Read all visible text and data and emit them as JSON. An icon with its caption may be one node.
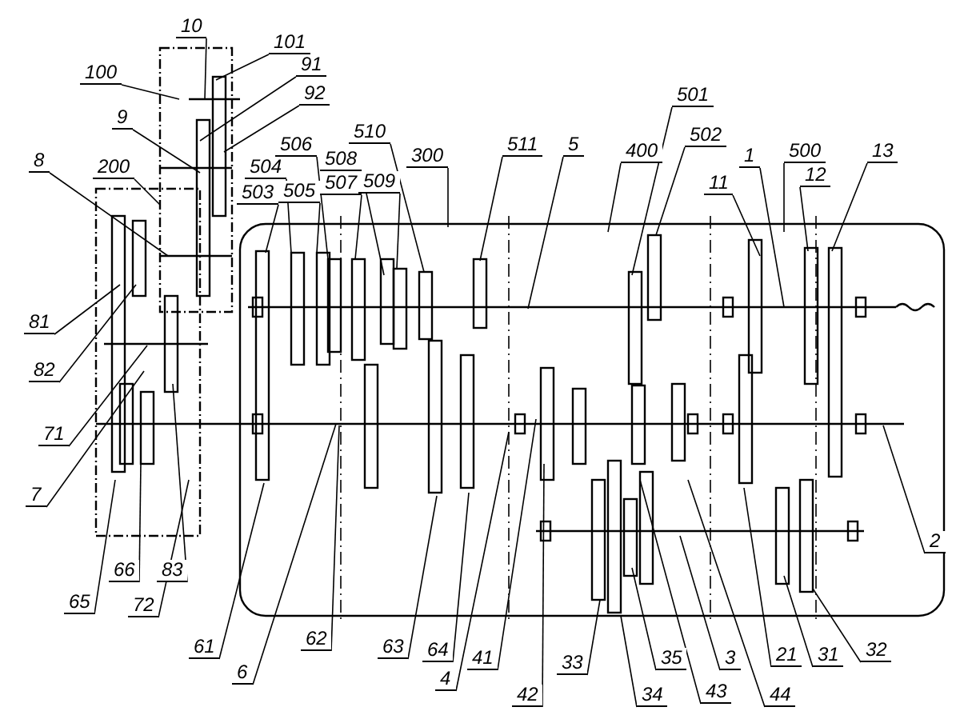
{
  "diagram": {
    "nodes": [
      {
        "text": [
          "10"
        ]
      },
      {
        "text": [
          "101"
        ]
      },
      {
        "text": [
          "100"
        ]
      },
      {
        "text": [
          "91"
        ]
      },
      {
        "text": [
          "92"
        ]
      },
      {
        "text": [
          "9"
        ]
      },
      {
        "text": [
          "8"
        ]
      },
      {
        "text": [
          "200"
        ]
      },
      {
        "text": [
          "506"
        ]
      },
      {
        "text": [
          "510"
        ]
      },
      {
        "text": [
          "300"
        ]
      },
      {
        "text": [
          "504"
        ]
      },
      {
        "text": [
          "508"
        ]
      },
      {
        "text": [
          "503"
        ]
      },
      {
        "text": [
          "505"
        ]
      },
      {
        "text": [
          "507"
        ]
      },
      {
        "text": [
          "509"
        ]
      },
      {
        "text": [
          "511"
        ]
      },
      {
        "text": [
          "5"
        ]
      },
      {
        "text": [
          "400"
        ]
      },
      {
        "text": [
          "501"
        ]
      },
      {
        "text": [
          "502"
        ]
      },
      {
        "text": [
          "1"
        ]
      },
      {
        "text": [
          "500"
        ]
      },
      {
        "text": [
          "11"
        ]
      },
      {
        "text": [
          "12"
        ]
      },
      {
        "text": [
          "13"
        ]
      },
      {
        "text": [
          "81"
        ]
      },
      {
        "text": [
          "82"
        ]
      },
      {
        "text": [
          "71"
        ]
      },
      {
        "text": [
          "7"
        ]
      },
      {
        "text": [
          "2"
        ]
      },
      {
        "text": [
          "66"
        ]
      },
      {
        "text": [
          "83"
        ]
      },
      {
        "text": [
          "65"
        ]
      },
      {
        "text": [
          "72"
        ]
      },
      {
        "text": [
          "61"
        ]
      },
      {
        "text": [
          "62"
        ]
      },
      {
        "text": [
          "63"
        ]
      },
      {
        "text": [
          "64"
        ]
      },
      {
        "text": [
          "6"
        ]
      },
      {
        "text": [
          "4"
        ]
      },
      {
        "text": [
          "41"
        ]
      },
      {
        "text": [
          "42"
        ]
      },
      {
        "text": [
          "33"
        ]
      },
      {
        "text": [
          "35"
        ]
      },
      {
        "text": [
          "3"
        ]
      },
      {
        "text": [
          "21"
        ]
      },
      {
        "text": [
          "31"
        ]
      },
      {
        "text": [
          "32"
        ]
      },
      {
        "text": [
          "34"
        ]
      },
      {
        "text": [
          "43"
        ]
      },
      {
        "text": [
          "44"
        ]
      }
    ],
    "edges": [
      {
        "from": 0,
        "to": null,
        "arrow": "none"
      },
      {
        "from": 1,
        "to": null,
        "arrow": "none"
      },
      {
        "from": 2,
        "to": null,
        "arrow": "none"
      },
      {
        "from": 3,
        "to": null,
        "arrow": "none"
      },
      {
        "from": 4,
        "to": null,
        "arrow": "none"
      },
      {
        "from": 5,
        "to": null,
        "arrow": "none"
      },
      {
        "from": 6,
        "to": null,
        "arrow": "none"
      },
      {
        "from": 7,
        "to": null,
        "arrow": "none"
      },
      {
        "from": 8,
        "to": null,
        "arrow": "none"
      },
      {
        "from": 9,
        "to": null,
        "arrow": "none"
      },
      {
        "from": 10,
        "to": null,
        "arrow": "none"
      },
      {
        "from": 11,
        "to": null,
        "arrow": "none"
      },
      {
        "from": 12,
        "to": null,
        "arrow": "none"
      },
      {
        "from": 13,
        "to": null,
        "arrow": "none"
      },
      {
        "from": 14,
        "to": null,
        "arrow": "none"
      },
      {
        "from": 15,
        "to": null,
        "arrow": "none"
      },
      {
        "from": 16,
        "to": null,
        "arrow": "none"
      },
      {
        "from": 17,
        "to": null,
        "arrow": "none"
      },
      {
        "from": 18,
        "to": null,
        "arrow": "none"
      },
      {
        "from": 19,
        "to": null,
        "arrow": "none"
      },
      {
        "from": 20,
        "to": null,
        "arrow": "none"
      },
      {
        "from": 21,
        "to": null,
        "arrow": "none"
      },
      {
        "from": 22,
        "to": null,
        "arrow": "none"
      },
      {
        "from": 23,
        "to": null,
        "arrow": "none"
      },
      {
        "from": 24,
        "to": null,
        "arrow": "none"
      },
      {
        "from": 25,
        "to": null,
        "arrow": "none"
      },
      {
        "from": 26,
        "to": null,
        "arrow": "none"
      },
      {
        "from": 27,
        "to": null,
        "arrow": "none"
      },
      {
        "from": 28,
        "to": null,
        "arrow": "none"
      },
      {
        "from": 29,
        "to": null,
        "arrow": "none"
      },
      {
        "from": 30,
        "to": null,
        "arrow": "none"
      },
      {
        "from": 31,
        "to": null,
        "arrow": "none"
      },
      {
        "from": 32,
        "to": null,
        "arrow": "none"
      },
      {
        "from": 33,
        "to": null,
        "arrow": "none"
      },
      {
        "from": 34,
        "to": null,
        "arrow": "none"
      },
      {
        "from": 35,
        "to": null,
        "arrow": "none"
      },
      {
        "from": 36,
        "to": null,
        "arrow": "none"
      },
      {
        "from": 37,
        "to": null,
        "arrow": "none"
      },
      {
        "from": 38,
        "to": null,
        "arrow": "none"
      },
      {
        "from": 39,
        "to": null,
        "arrow": "none"
      },
      {
        "from": 40,
        "to": null,
        "arrow": "none"
      },
      {
        "from": 41,
        "to": null,
        "arrow": "none"
      },
      {
        "from": 42,
        "to": null,
        "arrow": "none"
      },
      {
        "from": 43,
        "to": null,
        "arrow": "none"
      },
      {
        "from": 44,
        "to": null,
        "arrow": "none"
      },
      {
        "from": 45,
        "to": null,
        "arrow": "none"
      },
      {
        "from": 46,
        "to": null,
        "arrow": "none"
      },
      {
        "from": 47,
        "to": null,
        "arrow": "none"
      },
      {
        "from": 48,
        "to": null,
        "arrow": "none"
      },
      {
        "from": 49,
        "to": null,
        "arrow": "none"
      },
      {
        "from": 50,
        "to": null,
        "arrow": "none"
      },
      {
        "from": 51,
        "to": null,
        "arrow": "none"
      },
      {
        "from": 52,
        "to": null,
        "arrow": "none"
      }
    ]
  }
}
